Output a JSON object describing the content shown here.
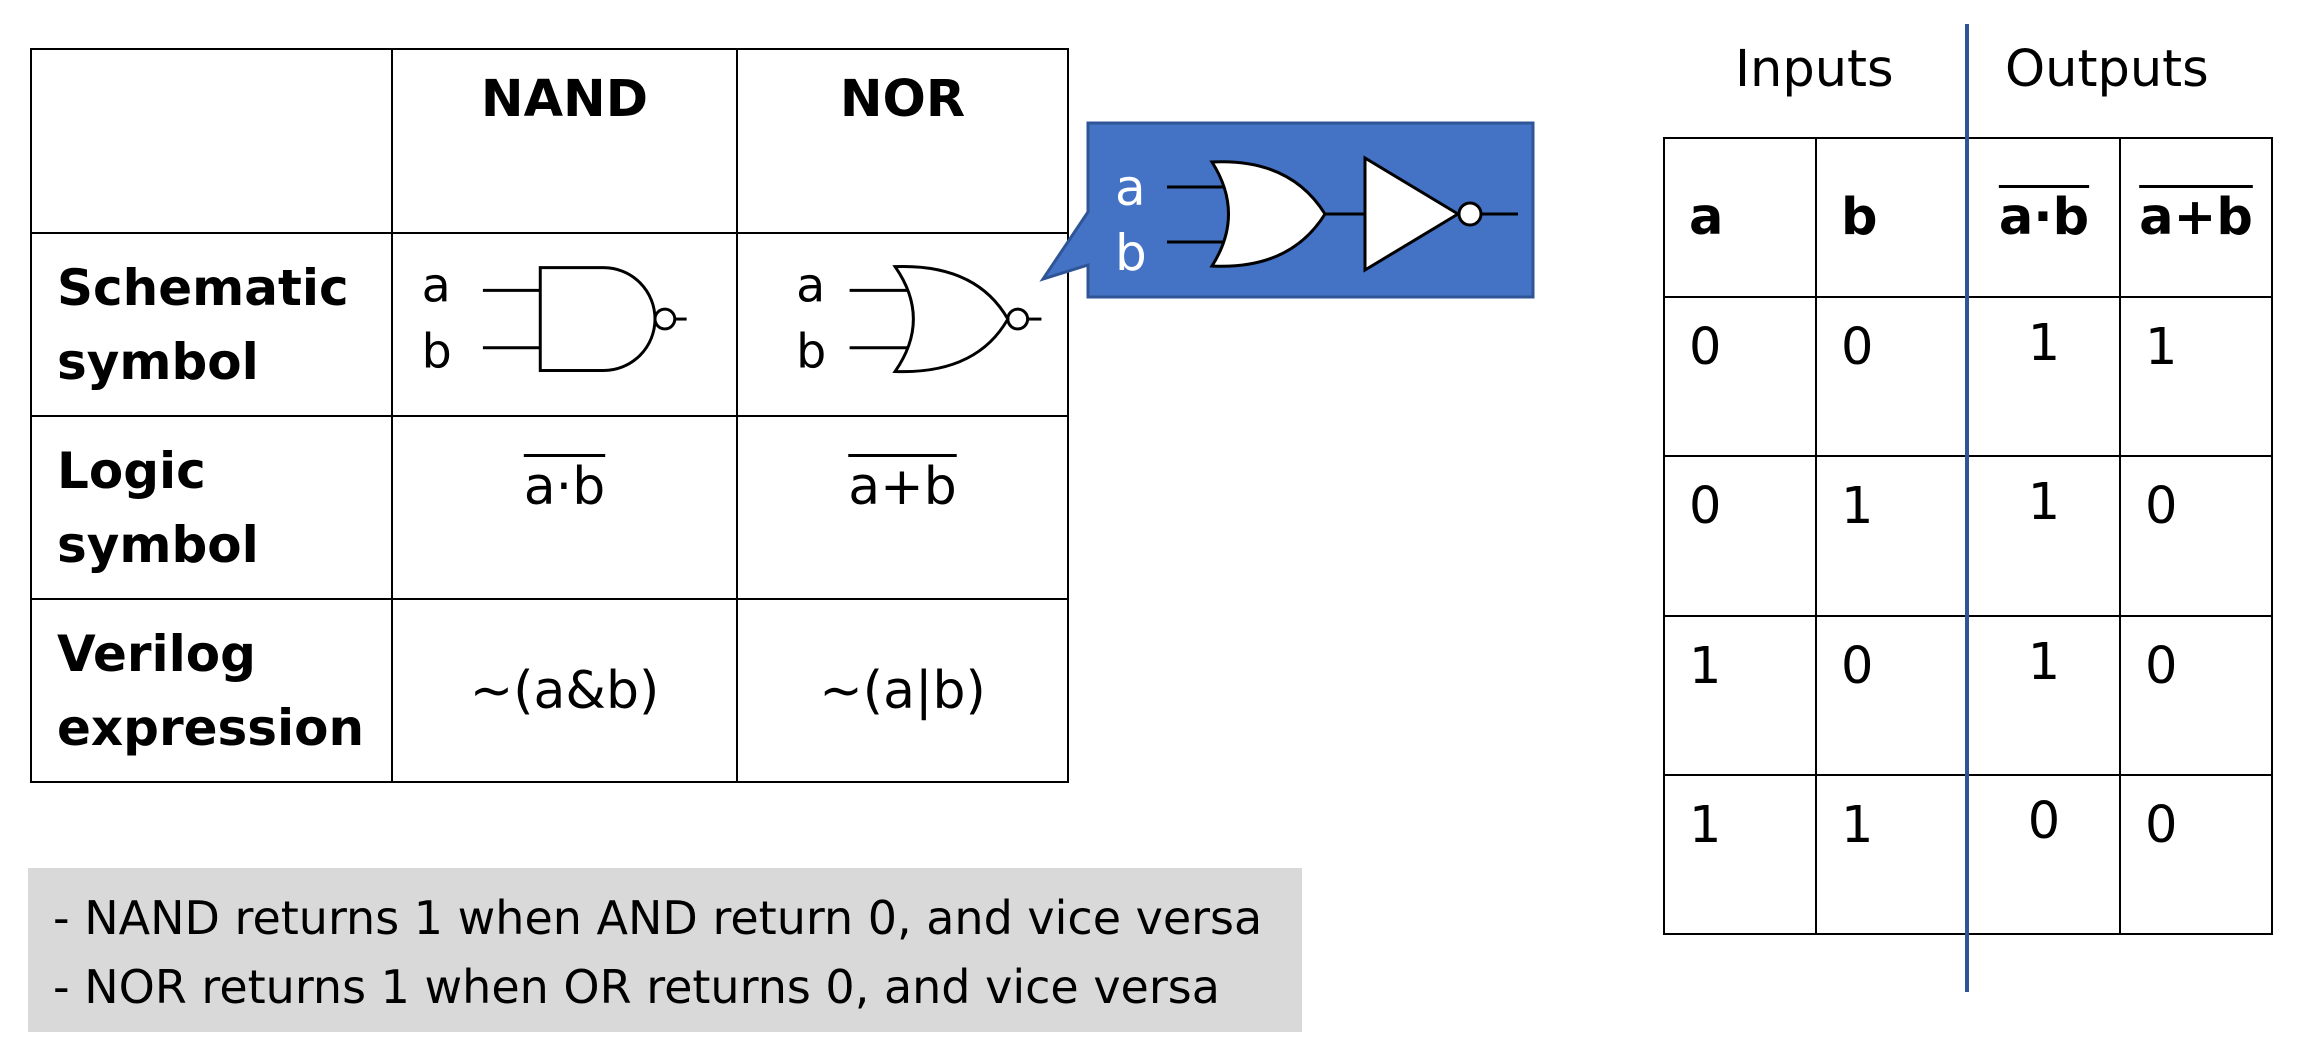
{
  "gate_table": {
    "headers": [
      "",
      "NAND",
      "NOR"
    ],
    "rows": [
      {
        "label_lines": [
          "Schematic",
          "symbol"
        ],
        "nand_inputs": [
          "a",
          "b"
        ],
        "nor_inputs": [
          "a",
          "b"
        ]
      },
      {
        "label_lines": [
          "Logic",
          "symbol"
        ],
        "nand": "a·b",
        "nor": "a+b"
      },
      {
        "label_lines": [
          "Verilog",
          "expression"
        ],
        "nand": "~(a&b)",
        "nor": "~(a|b)"
      }
    ]
  },
  "callout": {
    "inputs": [
      "a",
      "b"
    ],
    "color": "#4472c4",
    "border_color": "#2f5597",
    "icon": "or-gate-plus-not-gate-icon"
  },
  "notes": [
    "- NAND returns 1 when AND return 0, and vice versa",
    "- NOR returns 1 when OR returns 0, and vice versa"
  ],
  "truth_table": {
    "group_headers": {
      "inputs": "Inputs",
      "outputs": "Outputs"
    },
    "columns": [
      "a",
      "b",
      "a·b",
      "a+b"
    ],
    "rows": [
      [
        "0",
        "0",
        "1",
        "1"
      ],
      [
        "0",
        "1",
        "1",
        "0"
      ],
      [
        "1",
        "0",
        "1",
        "0"
      ],
      [
        "1",
        "1",
        "0",
        "0"
      ]
    ],
    "divider_color": "#2f5597"
  }
}
